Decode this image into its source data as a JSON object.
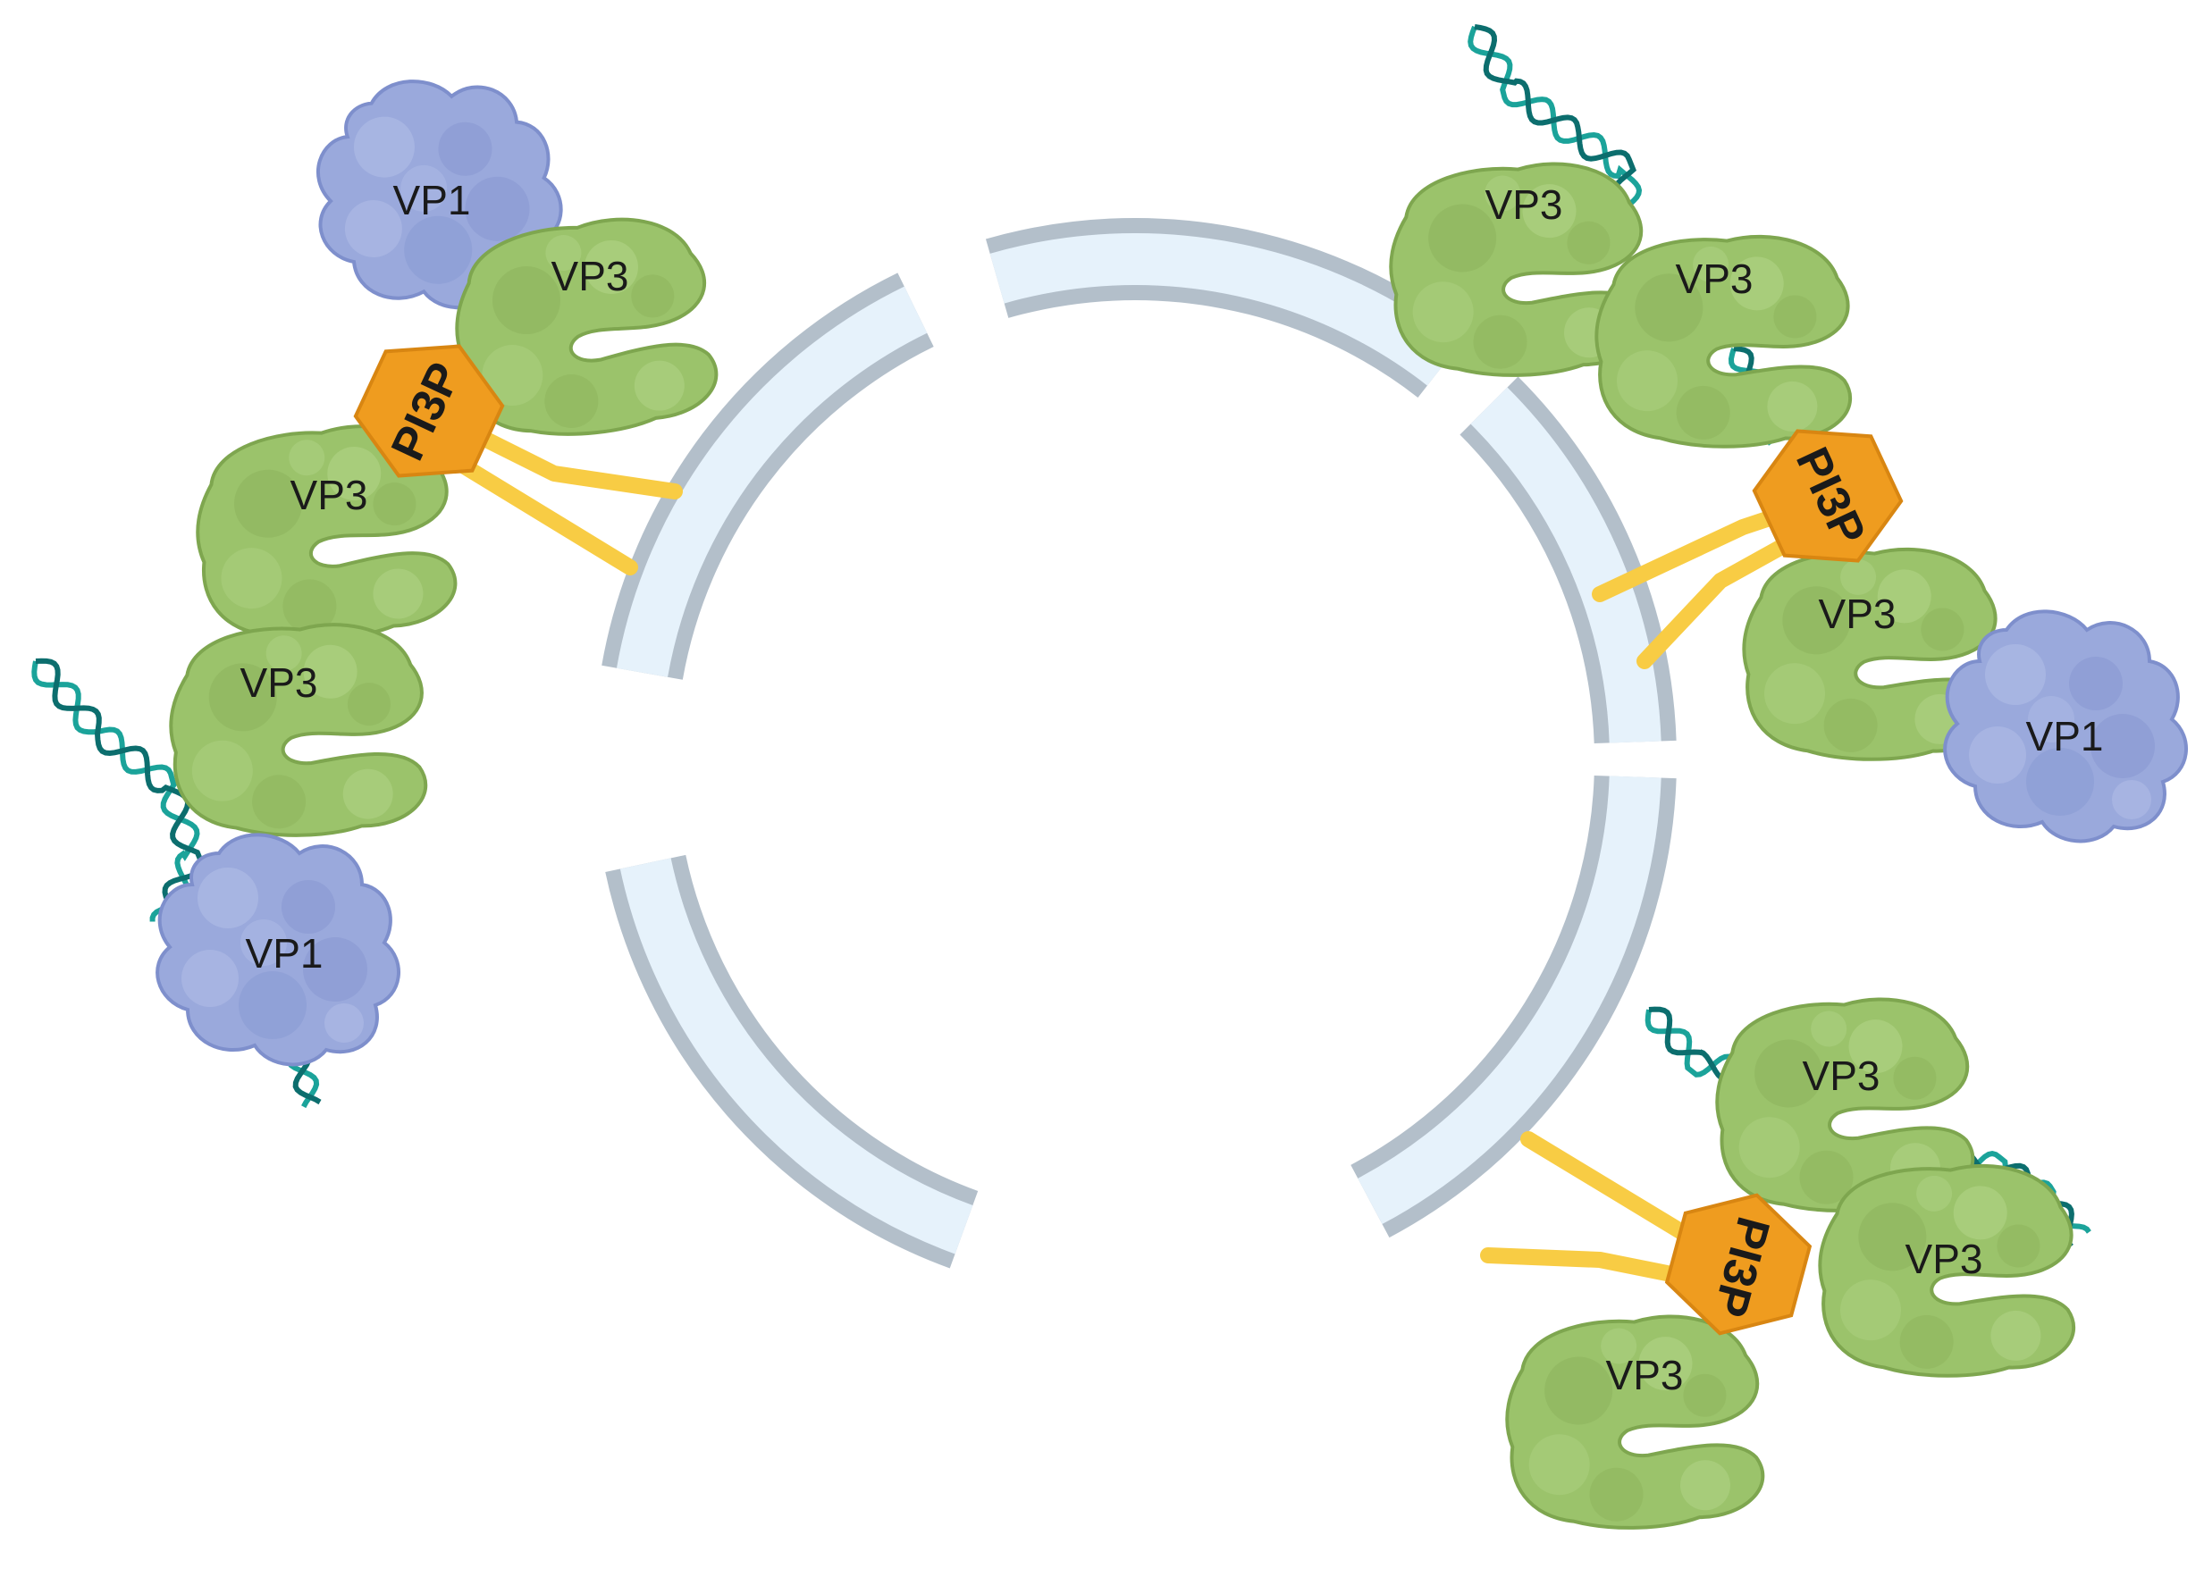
{
  "labels": {
    "vp1": "VP1",
    "vp3": "VP3",
    "pi3p": "PI3P"
  },
  "colors": {
    "membrane_outer": "#b3bfca",
    "membrane_inner": "#e6f2fb",
    "vp3_fill": "#9bc36b",
    "vp3_shade": "#8db35c",
    "vp3_light": "#b0d386",
    "vp3_edge": "#7ea64f",
    "vp1_fill": "#9aa9dc",
    "vp1_shade": "#8596d0",
    "vp1_light": "#b3c0e8",
    "vp1_edge": "#7e8fcc",
    "pi3p_fill": "#ef9c1f",
    "pi3p_edge": "#d88612",
    "lipid_tail": "#f8cc44",
    "rna_dark": "#0c6e6e",
    "rna_light": "#1ba39a"
  }
}
